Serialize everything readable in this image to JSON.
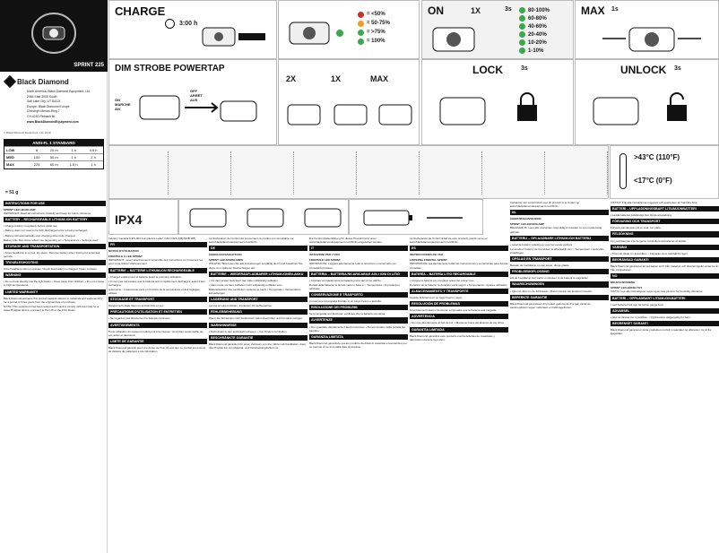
{
  "product": {
    "name": "SPRINT 225"
  },
  "brand": {
    "name": "Black Diamond",
    "address": [
      "North America: Black Diamond Equipment, Ltd.",
      "2084 East 3900 South",
      "Salt Lake City, UT 84124",
      "Europe: Black Diamond Europe",
      "Christoph Merian-Ring 7",
      "CH-4153 Reinach BL",
      "www.BlackDiamondEquipment.com"
    ],
    "copyright": "© Black Diamond Equipment, Ltd. 2019"
  },
  "ansi": {
    "title": "ANSI-FL 1 STANDARD",
    "headers": [
      "",
      "lm",
      "",
      "",
      ""
    ],
    "rows": [
      {
        "mode": "LOW",
        "lumens": "6",
        "time": "4.5 h",
        "dist": "20 m",
        "beam": "1 h"
      },
      {
        "mode": "MED",
        "lumens": "100",
        "time": "2 h",
        "dist": "50 m",
        "beam": "1 h"
      },
      {
        "mode": "MAX",
        "lumens": "225",
        "time": "1 h",
        "dist": "60 m",
        "beam": "1.5 h"
      }
    ],
    "weight": "= 51 g"
  },
  "panels": {
    "charge": {
      "label": "CHARGE",
      "time": "3:00 h"
    },
    "battery": {
      "levels": [
        "= <50%",
        "= 50-75%",
        "= >75%",
        "= 100%"
      ],
      "colors": [
        "#d62b2b",
        "#f29c1f",
        "#3aa84b",
        "#3aa84b"
      ]
    },
    "on": {
      "label": "ON",
      "press": "1X",
      "hold": "3s",
      "levels": [
        "80-100%",
        "60-80%",
        "40-60%",
        "20-40%",
        "10-20%",
        "1-10%"
      ]
    },
    "max": {
      "label": "MAX",
      "hold": "1s"
    },
    "dim": {
      "label": "DIM STROBE POWERTAP",
      "on": [
        "ON",
        "MARCHE",
        "AN"
      ],
      "off": [
        "OFF",
        "ARRÊT",
        "AUS"
      ]
    },
    "seq": {
      "a": "2X",
      "b": "1X",
      "c": "MAX"
    },
    "lock": {
      "label": "LOCK",
      "hold": "3s"
    },
    "unlock": {
      "label": "UNLOCK",
      "hold": "3s"
    },
    "temp": {
      "high": ">43°C (110°F)",
      "low": "<17°C (0°F)"
    },
    "ipx": {
      "label": "IPX4"
    }
  },
  "left_text": [
    {
      "type": "bar",
      "text": "INSTRUCTIONS FOR USE"
    },
    {
      "type": "head",
      "text": "SPRINT LED HEADLAMP"
    },
    {
      "type": "p",
      "text": "IMPORTANT: Read all instructions carefully and keep for future reference."
    },
    {
      "type": "bar",
      "text": "BATTERY – RECHARGEABLE LITHIUM-ION BATTERY"
    },
    {
      "type": "p",
      "text": "• Charge battery completely before initial use."
    },
    {
      "type": "p",
      "text": "• Battery does not need to be fully discharged prior to being recharged."
    },
    {
      "type": "p",
      "text": "• Battery will automatically stop charging when fully charged."
    },
    {
      "type": "p",
      "text": "Battery Life: Run times reflect use depending on: • Temperature • Settings used"
    },
    {
      "type": "bar",
      "text": "STORAGE AND TRANSPORTATION"
    },
    {
      "type": "p",
      "text": "• Store headlamp in a cool, dry place. Remove battery when storing for extended periods."
    },
    {
      "type": "bar",
      "text": "TROUBLESHOOTING"
    },
    {
      "type": "p",
      "text": "If the headlamp will not operate: Check that battery is charged. Clean contacts."
    },
    {
      "type": "bar",
      "text": "WARNING"
    },
    {
      "type": "p",
      "text": "• Do not look directly into the light beam. • Keep away from children. • Do not expose to high temperatures."
    },
    {
      "type": "bar",
      "text": "LIMITED WARRANTY"
    },
    {
      "type": "p",
      "text": "Black Diamond warrants this product against defects in materials and workmanship for a period of three years from the original date of purchase."
    },
    {
      "type": "p",
      "text": "NOTE: This equipment has been tested and found to comply with the limits for a Class B digital device, pursuant to Part 15 of the FCC Rules."
    }
  ],
  "columns": [
    [
      {
        "type": "p",
        "text": "Industry Canada ICES-003 Compliance Label: CAN ICES-3(B)/NMB-3(B)"
      },
      {
        "type": "bar",
        "text": "FR"
      },
      {
        "type": "head",
        "text": "NOTICE D'UTILISATION"
      },
      {
        "type": "head",
        "text": "FRONTALE À LED SPRINT"
      },
      {
        "type": "p",
        "text": "IMPORTANT : Lisez attentivement l'ensemble des instructions et conservez-les pour vous référer ultérieurement."
      },
      {
        "type": "bar",
        "text": "BATTERIE – BATTERIE LITHIUM-ION RECHARGEABLE"
      },
      {
        "type": "p",
        "text": "• Chargez entièrement la batterie avant la première utilisation."
      },
      {
        "type": "p",
        "text": "• Il n'est pas nécessaire que la batterie soit complètement déchargée avant d'être rechargée."
      },
      {
        "type": "p",
        "text": "Autonomie : L'autonomie varie en fonction de la température et des réglages utilisés."
      },
      {
        "type": "bar",
        "text": "STOCKAGE ET TRANSPORT"
      },
      {
        "type": "p",
        "text": "Rangez la frontale dans un endroit frais et sec."
      },
      {
        "type": "bar",
        "text": "PRÉCAUTIONS D'UTILISATION ET ENTRETIEN"
      },
      {
        "type": "p",
        "text": "• Ne regardez pas directement le faisceau lumineux."
      },
      {
        "type": "bar",
        "text": "AVERTISSEMENTS"
      },
      {
        "type": "p",
        "text": "Toute utilisation du présent produit peut être risquée. Vous êtes responsable de vos actes et décisions."
      },
      {
        "type": "bar",
        "text": "LIMITE DE GARANTIE"
      },
      {
        "type": "p",
        "text": "Black Diamond garantit pour une durée de trois (3) ans que ce produit est exempt de défauts de matériaux et de fabrication."
      }
    ],
    [
      {
        "type": "p",
        "text": "La Déclaration de Conformité concernant ce produit est consultable sur www.blackdiamondequipment.com/DOC."
      },
      {
        "type": "bar",
        "text": "DE"
      },
      {
        "type": "head",
        "text": "GEBRAUCHSANLEITUNG"
      },
      {
        "type": "head",
        "text": "SPRINT LED-STIRNLAMPE"
      },
      {
        "type": "p",
        "text": "WICHTIG: Bitte lesen Sie alle Anweisungen sorgfältig durch und bewahren Sie diese zum späteren Nachschlagen auf."
      },
      {
        "type": "bar",
        "text": "BATTERIE – WIEDERAUFLADBARER LITHIUM-IONEN-AKKU"
      },
      {
        "type": "p",
        "text": "• Vor dem ersten Gebrauch den Akku vollständig aufladen."
      },
      {
        "type": "p",
        "text": "• Akku muss vor dem Aufladen nicht vollständig entladen sein."
      },
      {
        "type": "p",
        "text": "Batterielaufzeit: Die Laufzeiten variieren je nach: • Temperatur • Verwendeten Einstellungen"
      },
      {
        "type": "bar",
        "text": "LAGERUNG UND TRANSPORT"
      },
      {
        "type": "p",
        "text": "Lampe an einem kühlen, trockenen Ort aufbewahren."
      },
      {
        "type": "bar",
        "text": "FEHLERBEHEBUNG"
      },
      {
        "type": "p",
        "text": "Wenn die Stirnlampe nicht funktioniert: Akku überprüfen und Kontakte reinigen."
      },
      {
        "type": "bar",
        "text": "WARNHINWEISE"
      },
      {
        "type": "p",
        "text": "• Nicht direkt in den Lichtstrahl schauen. • Von Kindern fernhalten."
      },
      {
        "type": "bar",
        "text": "BESCHRÄNKTE GARANTIE"
      },
      {
        "type": "p",
        "text": "Black Diamond garantiert für einen Zeitraum von drei Jahren ab Kaufdatum, dass das Produkt frei von Material- und Verarbeitungsfehlern ist."
      }
    ],
    [
      {
        "type": "p",
        "text": "Die Konformitätserklärung für dieses Produkt kann unter www.blackdiamondequipment.com/DOC eingesehen werden."
      },
      {
        "type": "bar",
        "text": "IT"
      },
      {
        "type": "head",
        "text": "ISTRUZIONI PER L'USO"
      },
      {
        "type": "head",
        "text": "FRONTALE LED SPRINT"
      },
      {
        "type": "p",
        "text": "IMPORTANTE: Leggere attentamente tutte le istruzioni e conservarle per consultazioni future."
      },
      {
        "type": "bar",
        "text": "BATTERIA – BATTERIA RICARICABILE AGLI IONI DI LITIO"
      },
      {
        "type": "p",
        "text": "• Caricare completamente la batteria prima del primo utilizzo."
      },
      {
        "type": "p",
        "text": "Durata della batteria: la durata varia in base a: • Temperatura • Impostazioni utilizzate"
      },
      {
        "type": "bar",
        "text": "CONSERVAZIONE E TRASPORTO"
      },
      {
        "type": "p",
        "text": "Conservare la lampada frontale in un luogo fresco e asciutto."
      },
      {
        "type": "bar",
        "text": "RISOLUZIONE DEI PROBLEMI"
      },
      {
        "type": "p",
        "text": "Se la lampada non funziona: verificare che la batteria sia carica."
      },
      {
        "type": "bar",
        "text": "AVVERTENZE"
      },
      {
        "type": "p",
        "text": "• Non guardare direttamente il fascio luminoso. • Tenere lontano dalla portata dei bambini."
      },
      {
        "type": "bar",
        "text": "GARANZIA LIMITATA"
      },
      {
        "type": "p",
        "text": "Black Diamond garantisce questo prodotto da difetti di materiale e lavorazione per un periodo di tre anni dalla data di acquisto."
      }
    ],
    [
      {
        "type": "p",
        "text": "La Declaración de Conformidad de este producto puede verse en www.blackdiamondequipment.com/DOC."
      },
      {
        "type": "bar",
        "text": "ES"
      },
      {
        "type": "head",
        "text": "INSTRUCCIONES DE USO"
      },
      {
        "type": "head",
        "text": "LINTERNA FRONTAL SPRINT"
      },
      {
        "type": "p",
        "text": "IMPORTANTE: lea atentamente todas las instrucciones y consérvelas para futuras consultas."
      },
      {
        "type": "bar",
        "text": "BATERÍA – BATERÍA LITIO RECARGABLE"
      },
      {
        "type": "p",
        "text": "• Cargue la batería por completo antes del primer uso."
      },
      {
        "type": "p",
        "text": "Duración de la batería: la duración varía según: • Temperatura • Ajustes utilizados"
      },
      {
        "type": "bar",
        "text": "ALMACENAMIENTO Y TRANSPORTE"
      },
      {
        "type": "p",
        "text": "Guarde la linterna en un lugar fresco y seco."
      },
      {
        "type": "bar",
        "text": "RESOLUCIÓN DE PROBLEMAS"
      },
      {
        "type": "p",
        "text": "Si la linterna frontal no funciona: compruebe que la batería esté cargada."
      },
      {
        "type": "bar",
        "text": "ADVERTENCIA"
      },
      {
        "type": "p",
        "text": "• No mire directamente al haz de luz. • Mantener fuera del alcance de los niños."
      },
      {
        "type": "bar",
        "text": "GARANTÍA LIMITADA"
      },
      {
        "type": "p",
        "text": "Black Diamond garantiza este producto contra defectos de materiales y fabricación durante tres años."
      }
    ],
    [
      {
        "type": "p",
        "text": "Verklaring van conformiteit voor dit product is te vinden op www.blackdiamondequipment.com/DOC."
      },
      {
        "type": "bar",
        "text": "NL"
      },
      {
        "type": "head",
        "text": "GEBRUIKSAANWIJZING"
      },
      {
        "type": "head",
        "text": "SPRINT LED-HOOFDLAMP"
      },
      {
        "type": "p",
        "text": "BELANGRIJK: Lees alle instructies zorgvuldig en bewaar ze voor toekomstig gebruik."
      },
      {
        "type": "bar",
        "text": "BATTERIJ – OPLAADBARE LITHIUM-ION BATTERIJ"
      },
      {
        "type": "p",
        "text": "• Laad de batterij volledig op voor het eerste gebruik."
      },
      {
        "type": "p",
        "text": "Levensduur batterij: de brandduur is afhankelijk van: • Temperatuur • Gebruikte instellingen"
      },
      {
        "type": "bar",
        "text": "OPSLAG EN TRANSPORT"
      },
      {
        "type": "p",
        "text": "Bewaar de hoofdlamp op een koele, droge plaats."
      },
      {
        "type": "bar",
        "text": "PROBLEEMOPLOSSING"
      },
      {
        "type": "p",
        "text": "Als de hoofdlamp niet werkt: controleer of de batterij is opgeladen."
      },
      {
        "type": "bar",
        "text": "WAARSCHUWINGEN"
      },
      {
        "type": "p",
        "text": "• Kijk niet direct in de lichtstraal. • Buiten bereik van kinderen houden."
      },
      {
        "type": "bar",
        "text": "BEPERKTE GARANTIE"
      },
      {
        "type": "p",
        "text": "Black Diamond garandeert dit product gedurende drie jaar vanaf de aankoopdatum tegen materiaal- en fabricagefouten."
      }
    ],
    [
      {
        "type": "p",
        "text": "VIKTIGT: Följ alla instruktioner noggrant och spara dem för framtida bruk."
      },
      {
        "type": "bar",
        "text": "BATTERI – UPPLADDNINGSBART LITIUMJONBATTERI"
      },
      {
        "type": "p",
        "text": "• Ladda batteriet fullständigt före första användning."
      },
      {
        "type": "bar",
        "text": "FÖRVARING OCH TRANSPORT"
      },
      {
        "type": "p",
        "text": "Förvara pannlampan på en sval, torr plats."
      },
      {
        "type": "bar",
        "text": "FELSÖKNING"
      },
      {
        "type": "p",
        "text": "Om pannlampan inte fungerar: kontrollera att batteriet är laddat."
      },
      {
        "type": "bar",
        "text": "VARNING"
      },
      {
        "type": "p",
        "text": "• Titta inte direkt in i ljusstrålen. • Förvaras utom räckhåll för barn."
      },
      {
        "type": "bar",
        "text": "BEGRÄNSAD GARANTI"
      },
      {
        "type": "p",
        "text": "Black Diamond garanterar att produkten är fri från material- och tillverkningsfel under tre år från inköpsdatum."
      },
      {
        "type": "bar",
        "text": "NO"
      },
      {
        "type": "head",
        "text": "BRUKSANVISNING"
      },
      {
        "type": "head",
        "text": "SPRINT LED-HODELYKT"
      },
      {
        "type": "p",
        "text": "VIKTIG: Les alle instruksjoner nøye og ta vare på dem for fremtidig referanse."
      },
      {
        "type": "bar",
        "text": "BATTERI – OPPLADBART LITIUM-ION-BATTERI"
      },
      {
        "type": "p",
        "text": "• Lad batteriet helt opp før første gangs bruk."
      },
      {
        "type": "bar",
        "text": "ADVARSEL"
      },
      {
        "type": "p",
        "text": "• Ikke se direkte inn i lysstrålen. • Oppbevares utilgjengelig for barn."
      },
      {
        "type": "bar",
        "text": "BEGRENSET GARANTI"
      },
      {
        "type": "p",
        "text": "Black Diamond garanterer dette produktet mot feil i materialer og utførelse i tre år fra kjøpsdato."
      }
    ]
  ]
}
